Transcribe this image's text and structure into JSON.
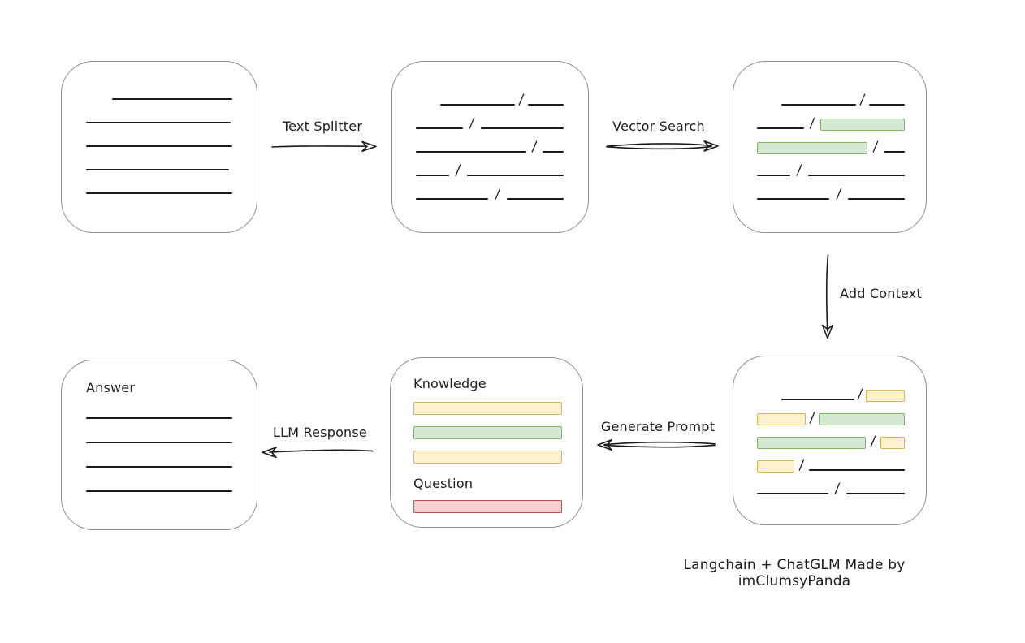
{
  "labels": {
    "text_splitter": "Text Splitter",
    "vector_search": "Vector Search",
    "add_context": "Add Context",
    "generate_prompt": "Generate Prompt",
    "llm_response": "LLM Response",
    "knowledge": "Knowledge",
    "question": "Question",
    "answer": "Answer"
  },
  "footer": {
    "credit": "Langchain + ChatGLM Made by imClumsyPanda"
  },
  "colors": {
    "green_fill": "#d5e8d4",
    "green_stroke": "#82b366",
    "yellow_fill": "#fff2cc",
    "yellow_stroke": "#d6b656",
    "red_fill": "#f8cecc",
    "red_stroke": "#b85450",
    "line_color": "#1b1b1b",
    "box_border": "#909090",
    "text": "#1b1b1b"
  },
  "nodes": {
    "document": {
      "lines": [
        {
          "w": 148,
          "indent": 32
        },
        {
          "w": 178
        },
        {
          "w": 180
        },
        {
          "w": 176
        },
        {
          "w": 180
        }
      ]
    },
    "chunks": {
      "rows": [
        {
          "indent": 30,
          "segs": [
            {
              "k": "line",
              "w": 92
            },
            {
              "k": "slash"
            },
            {
              "k": "line",
              "w": 44
            }
          ]
        },
        {
          "segs": [
            {
              "k": "line",
              "w": 58
            },
            {
              "k": "slash"
            },
            {
              "k": "line",
              "w": 102
            }
          ]
        },
        {
          "segs": [
            {
              "k": "line",
              "w": 136
            },
            {
              "k": "slash"
            },
            {
              "k": "line",
              "w": 26
            }
          ]
        },
        {
          "segs": [
            {
              "k": "line",
              "w": 41
            },
            {
              "k": "slash"
            },
            {
              "k": "line",
              "w": 119
            }
          ]
        },
        {
          "segs": [
            {
              "k": "line",
              "w": 89
            },
            {
              "k": "slash"
            },
            {
              "k": "line",
              "w": 70
            }
          ]
        }
      ]
    },
    "matched_chunks": {
      "rows": [
        {
          "indent": 30,
          "segs": [
            {
              "k": "line",
              "w": 92
            },
            {
              "k": "slash"
            },
            {
              "k": "line",
              "w": 44
            }
          ]
        },
        {
          "segs": [
            {
              "k": "line",
              "w": 58
            },
            {
              "k": "slash"
            },
            {
              "k": "green",
              "w": 104
            }
          ]
        },
        {
          "segs": [
            {
              "k": "green",
              "w": 136
            },
            {
              "k": "slash"
            },
            {
              "k": "line",
              "w": 26
            }
          ]
        },
        {
          "segs": [
            {
              "k": "line",
              "w": 41
            },
            {
              "k": "slash"
            },
            {
              "k": "line",
              "w": 119
            }
          ]
        },
        {
          "segs": [
            {
              "k": "line",
              "w": 89
            },
            {
              "k": "slash"
            },
            {
              "k": "line",
              "w": 70
            }
          ]
        }
      ]
    },
    "context_chunks": {
      "rows": [
        {
          "indent": 30,
          "segs": [
            {
              "k": "line",
              "w": 90
            },
            {
              "k": "slash"
            },
            {
              "k": "yellow",
              "w": 48
            }
          ]
        },
        {
          "segs": [
            {
              "k": "yellow",
              "w": 60
            },
            {
              "k": "slash"
            },
            {
              "k": "green",
              "w": 106
            }
          ]
        },
        {
          "segs": [
            {
              "k": "green",
              "w": 134
            },
            {
              "k": "slash"
            },
            {
              "k": "yellow",
              "w": 30
            }
          ]
        },
        {
          "segs": [
            {
              "k": "yellow",
              "w": 46
            },
            {
              "k": "slash"
            },
            {
              "k": "line",
              "w": 118
            }
          ]
        },
        {
          "segs": [
            {
              "k": "line",
              "w": 88
            },
            {
              "k": "slash"
            },
            {
              "k": "line",
              "w": 72
            }
          ]
        }
      ]
    },
    "prompt": {
      "knowledge_bars": [
        "yellow",
        "green",
        "yellow"
      ],
      "question_bars": [
        "red"
      ]
    },
    "answer": {
      "lines": [
        {
          "w": 180
        },
        {
          "w": 180
        },
        {
          "w": 180
        },
        {
          "w": 180
        }
      ]
    }
  }
}
